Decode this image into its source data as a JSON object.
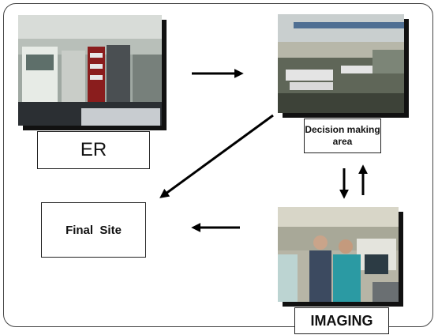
{
  "nodes": {
    "er": {
      "label": "ER"
    },
    "decision": {
      "label": "Decision making area"
    },
    "imaging": {
      "label": "IMAGING"
    },
    "final_site": {
      "label": "Final  Site"
    }
  },
  "colors": {
    "arrow": "#000000",
    "border": "#444444"
  }
}
